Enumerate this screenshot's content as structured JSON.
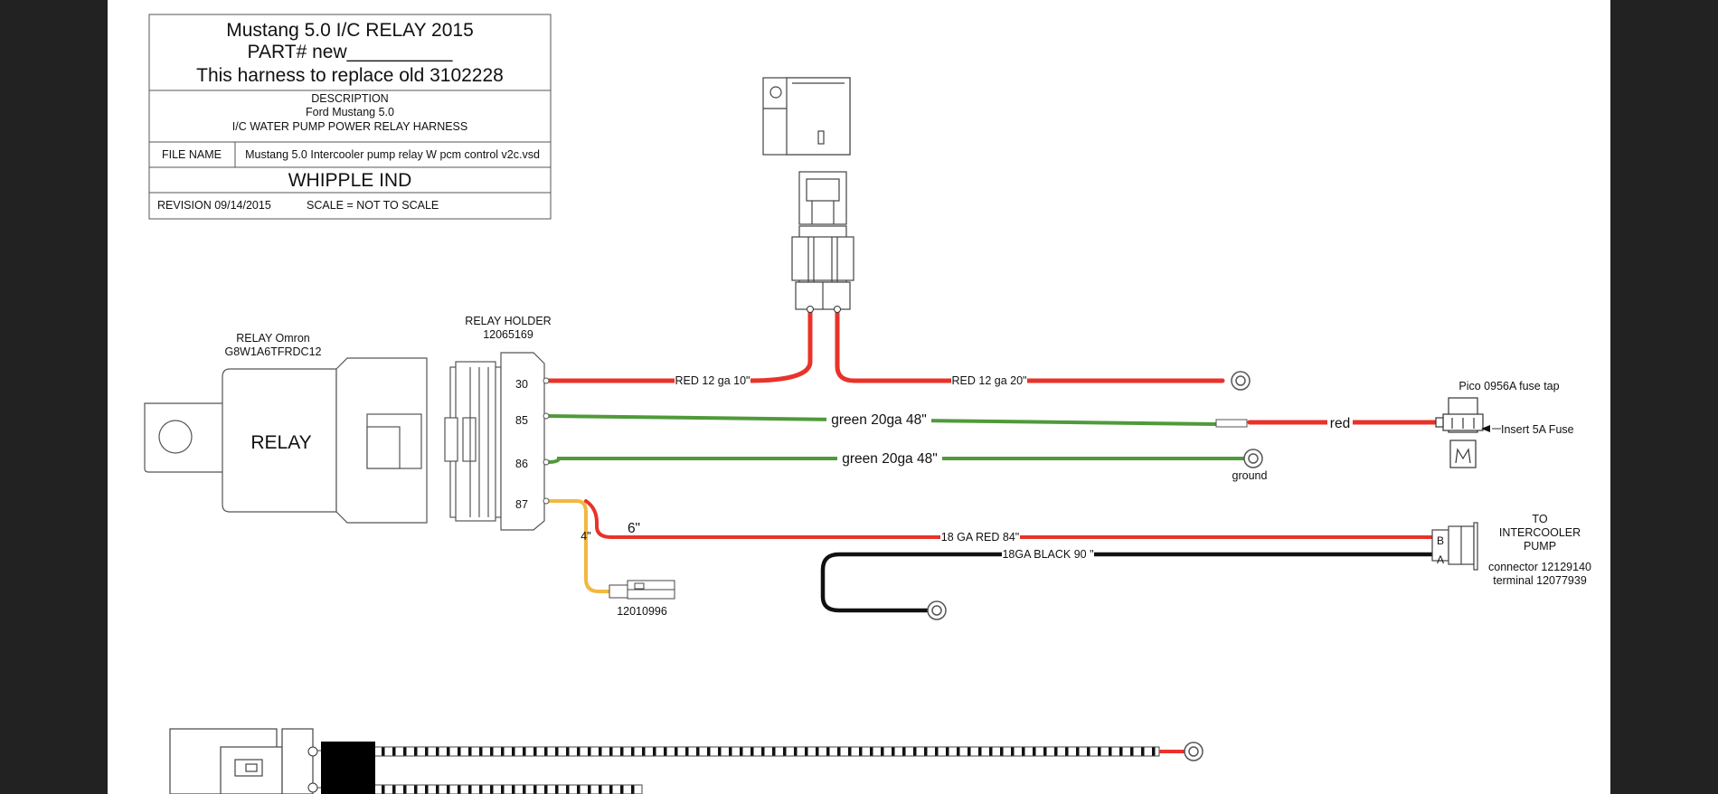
{
  "title_block": {
    "title": "Mustang 5.0 I/C RELAY 2015",
    "part_number": "PART# new__________",
    "replaces": "This harness to replace old 3102228",
    "description_label": "DESCRIPTION",
    "description_line1": "Ford Mustang 5.0",
    "description_line2": "I/C WATER PUMP POWER RELAY HARNESS",
    "file_name_label": "FILE NAME",
    "file_name_value": "Mustang 5.0 Intercooler pump relay W pcm control v2c.vsd",
    "company": "WHIPPLE IND",
    "revision": "REVISION  09/14/2015",
    "scale": "SCALE = NOT TO SCALE"
  },
  "relay": {
    "label_line1": "RELAY Omron",
    "label_line2": "G8W1A6TFRDC12",
    "body_text": "RELAY"
  },
  "relay_holder": {
    "label_line1": "RELAY HOLDER",
    "label_line2": "12065169",
    "pins": [
      "30",
      "85",
      "86",
      "87"
    ]
  },
  "wires": {
    "red_short": "RED 12 ga 10\"",
    "red_long": "RED 12 ga 20\"",
    "green_top": "green 20ga 48\"",
    "green_bottom": "green 20ga 48\"",
    "red_tap": "red",
    "ground": "ground",
    "yellow_length": "4\"",
    "red_jumper_length": "6\"",
    "red_pump": "18 GA RED 84\"",
    "black_pump": "18GA BLACK 90 \"",
    "yellow_connector": "12010996"
  },
  "fuse_tap": {
    "label": "Pico 0956A fuse tap",
    "insert": "Insert 5A Fuse"
  },
  "pump_connector": {
    "to_line1": "TO",
    "to_line2": "INTERCOOLER",
    "to_line3": "PUMP",
    "connector": "connector 12129140",
    "terminal": "terminal 12077939",
    "pin_b": "B",
    "pin_a": "A"
  },
  "colors": {
    "red_wire": "#e8322a",
    "green_wire": "#4f9a3a",
    "yellow_wire": "#f2b840",
    "black_wire": "#111111",
    "paper": "#ffffff",
    "surround": "#222222"
  }
}
